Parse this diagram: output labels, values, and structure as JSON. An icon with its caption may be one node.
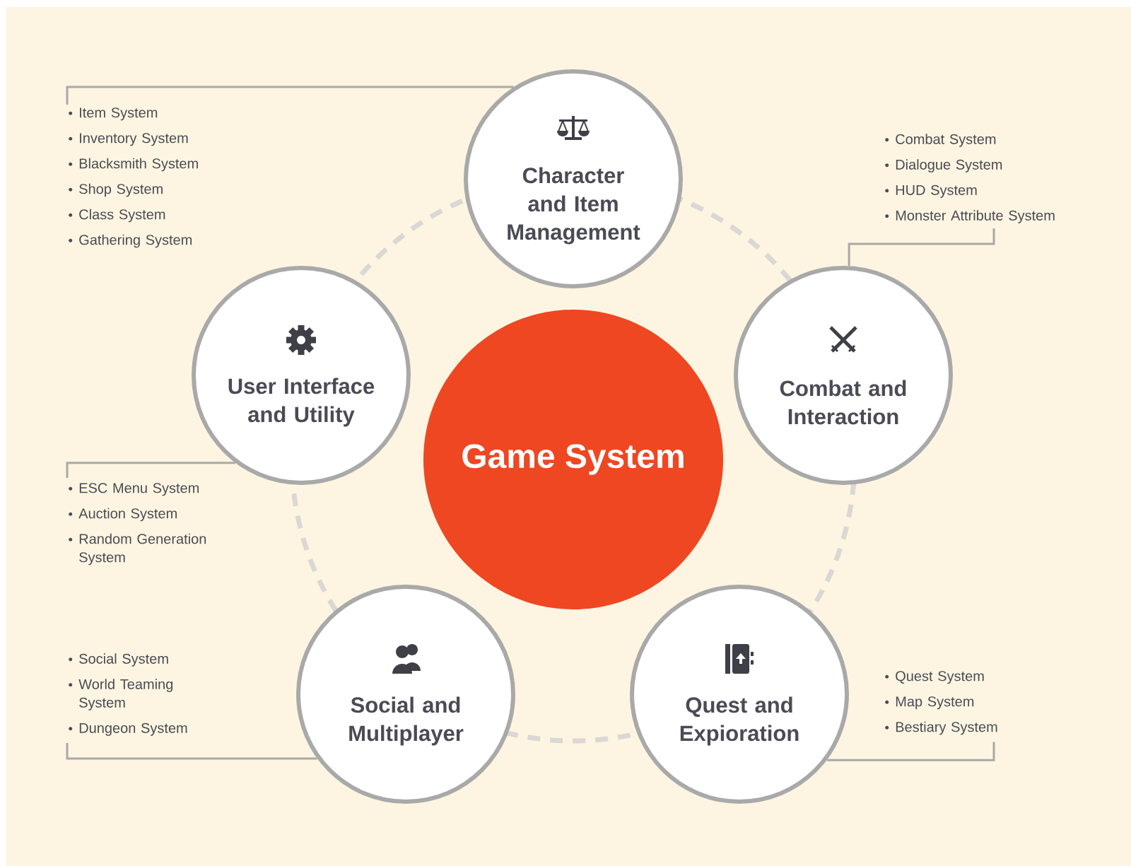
{
  "diagram": {
    "nodes": [
      {
        "text": [
          "Game System"
        ]
      },
      {
        "text": [
          "Character and Item Management"
        ]
      },
      {
        "text": [
          "Combat and Interaction"
        ]
      },
      {
        "text": [
          "Quest and Expioration"
        ]
      },
      {
        "text": [
          "Social and Multiplayer"
        ]
      },
      {
        "text": [
          "User Interface and Utility"
        ]
      },
      {
        "text": [
          "Item System",
          "Inventory System",
          "Blacksmith System",
          "Shop System",
          "Class System",
          "Gathering System"
        ]
      },
      {
        "text": [
          "Combat System",
          "Dialogue System",
          "HUD System",
          "Monster Attribute System"
        ]
      },
      {
        "text": [
          "Quest System",
          "Map System",
          "Bestiary System"
        ]
      },
      {
        "text": [
          "Social System",
          "World Teaming System",
          "Dungeon System"
        ]
      },
      {
        "text": [
          "ESC Menu System",
          "Auction System",
          "Random Generation System"
        ]
      }
    ],
    "edges": [
      {
        "from": 6,
        "to": 1,
        "arrow": "none"
      },
      {
        "from": 7,
        "to": 2,
        "arrow": "none"
      },
      {
        "from": 8,
        "to": 3,
        "arrow": "none"
      },
      {
        "from": 9,
        "to": 4,
        "arrow": "none"
      },
      {
        "from": 10,
        "to": 5,
        "arrow": "none"
      }
    ]
  }
}
